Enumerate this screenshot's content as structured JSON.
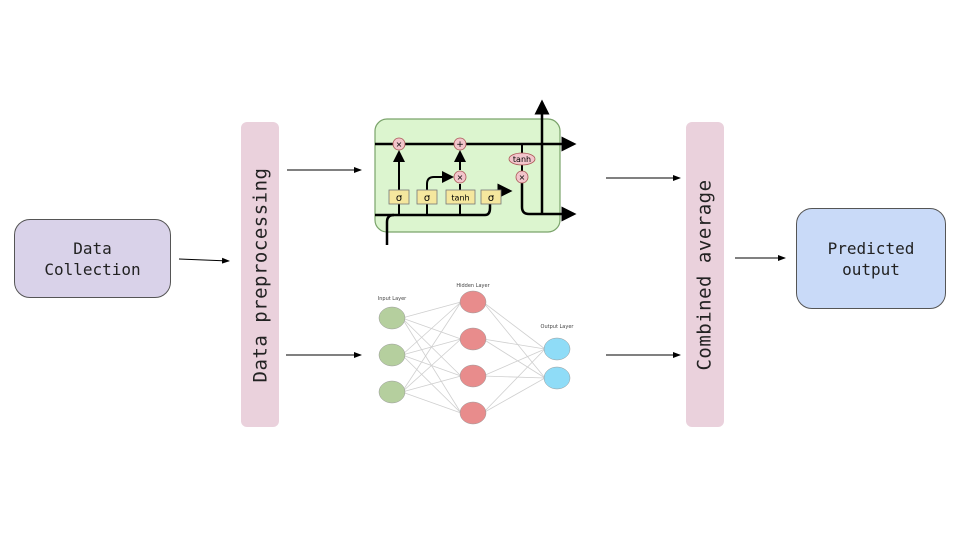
{
  "nodes": {
    "data_collection": {
      "label_line1": "Data",
      "label_line2": "Collection",
      "fill": "#d9d2e9"
    },
    "preprocessing": {
      "label": "Data preprocessing",
      "fill": "#ead1dc"
    },
    "combined_average": {
      "label": "Combined average",
      "fill": "#ead1dc"
    },
    "predicted_output": {
      "label_line1": "Predicted",
      "label_line2": "output",
      "fill": "#c9daf8"
    }
  },
  "lstm_cell": {
    "fill": "#dcf5cf",
    "gates": [
      "σ",
      "σ",
      "tanh",
      "σ"
    ],
    "ops": [
      "×",
      "+",
      "×",
      "×"
    ],
    "output_activation": "tanh"
  },
  "neural_network": {
    "layers": [
      {
        "label": "Input Layer",
        "neurons": 3,
        "color": "#b5cf9e"
      },
      {
        "label": "Hidden Layer",
        "neurons": 4,
        "color": "#e88c8c"
      },
      {
        "label": "Output Layer",
        "neurons": 2,
        "color": "#8fdcf7"
      }
    ]
  }
}
